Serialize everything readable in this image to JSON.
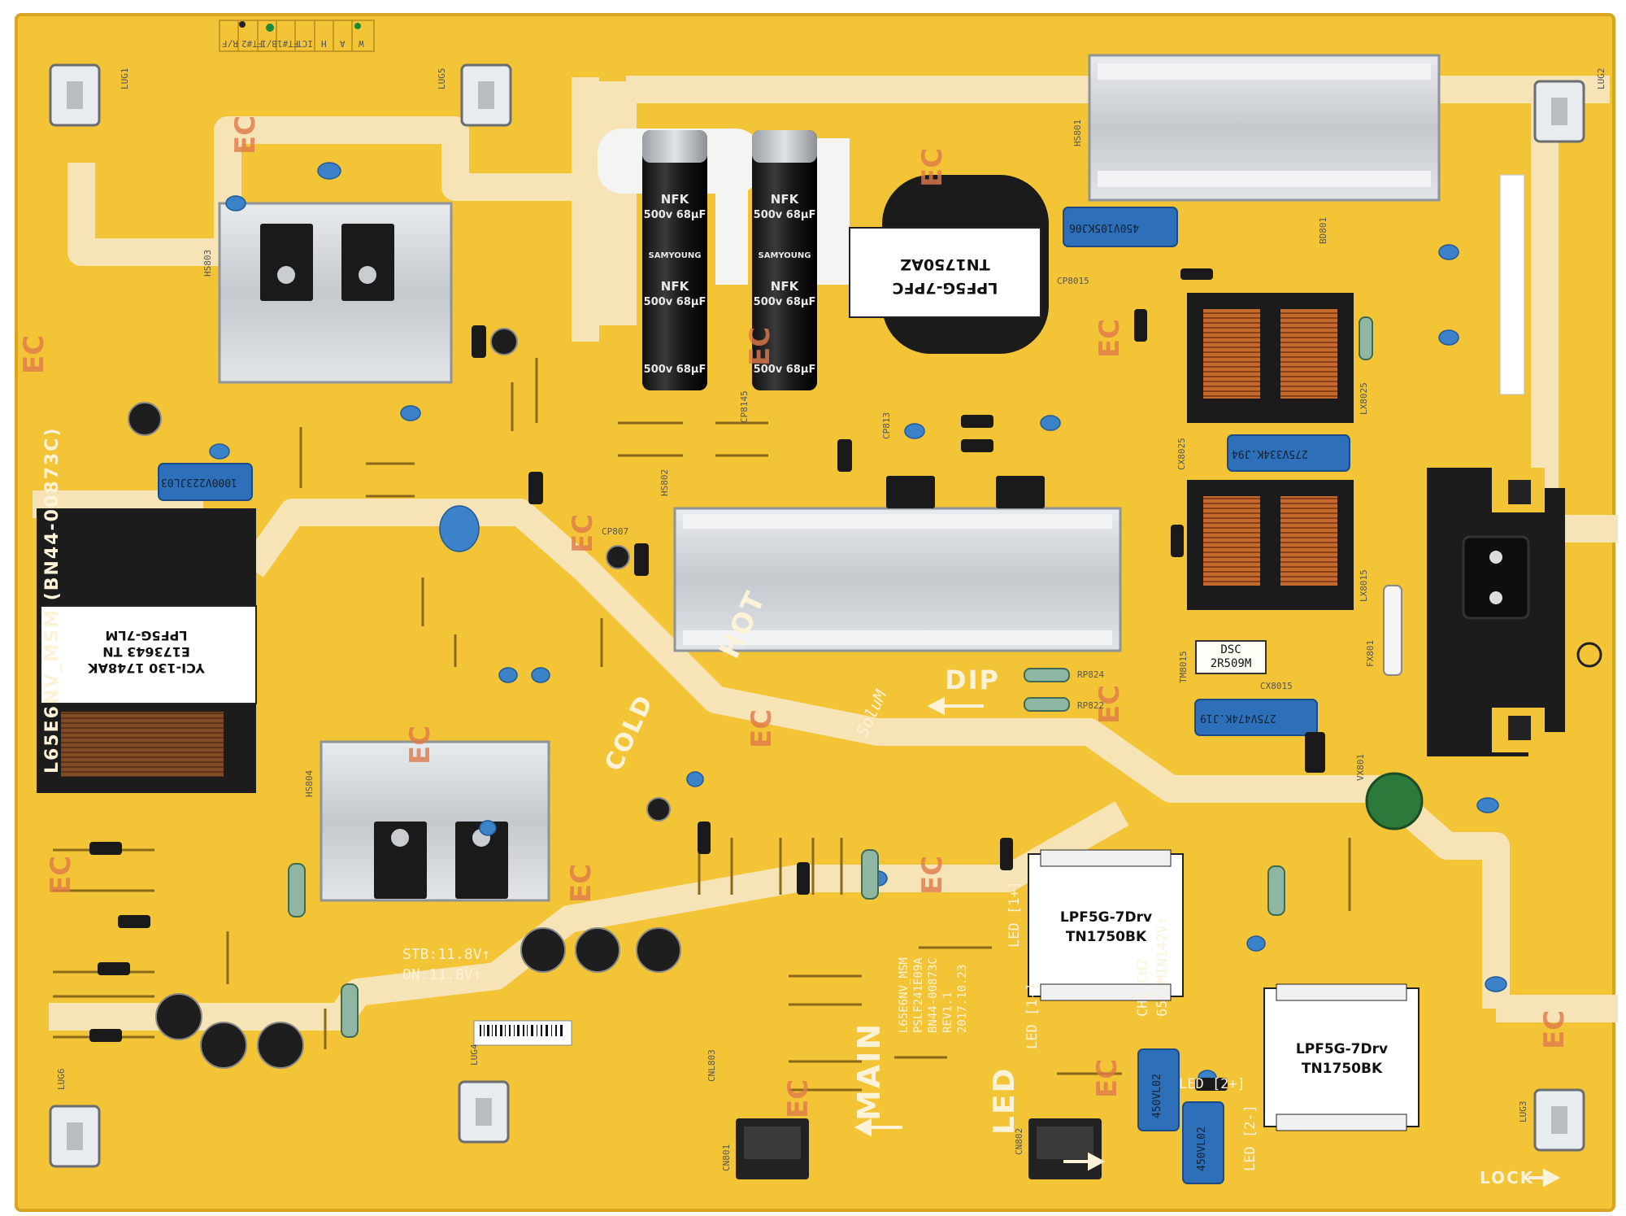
{
  "colors": {
    "pcb": "#f3c436",
    "pcb_dark": "#e6b32a",
    "silkscreen_band": "#f6e3b6",
    "heatsink": "#cfd3d6",
    "cap_black": "#1d1d1d",
    "choke_copper": "#c46a2c",
    "blue_component": "#2d6fb8",
    "ec_marking": "#e07a4a"
  },
  "board": {
    "part_number": "L65E6NV_MSM (BN44-00873C)",
    "model_block": [
      "L65E6NV_MSM",
      "PSLF241E09A",
      "BN44-00873C",
      "REV1.1",
      "2017.10.23"
    ],
    "zone_labels": {
      "hot": "HOT",
      "cold": "COLD",
      "dip": "DIP",
      "main": "MAIN",
      "led": "LED",
      "lock": "LOCK"
    },
    "stb_note": [
      "STB:11.8V↑",
      "ON:11.8V↑"
    ],
    "ch_note": [
      "CH1,CH2",
      "65\":MIN142V↑"
    ],
    "led_labels": [
      "LED [1+]",
      "LED [1-]",
      "LED [2+]",
      "LED [2-]"
    ],
    "ec_mark": "EC",
    "solum_mark": "SoluM",
    "top_strip": [
      "W",
      "A",
      "H",
      "ICT",
      "FT#1",
      "B/I",
      "FT#2",
      "R/F"
    ]
  },
  "transformers": {
    "pfc": [
      "LPF5G-7PFC",
      "TN1750AZ"
    ],
    "standby": [
      "LPF5G-7LM",
      "E173643 TN",
      "YCI-130 1748AK"
    ],
    "drv1": [
      "LPF5G-7Drv",
      "TN1750BK"
    ],
    "drv2": [
      "LPF5G-7Drv",
      "TN1750BK"
    ]
  },
  "capacitors": {
    "bulk_cap": [
      "NFK",
      "500v 68μF",
      "SAMYOUNG"
    ],
    "film_caps": [
      "450V105KJ06",
      "275V334K.J94",
      "275V474K.J19",
      "1000V223JL03",
      "450VL02",
      "450VL02"
    ],
    "dsc": [
      "DSC",
      "2R509M"
    ]
  },
  "refs": {
    "heatsinks": [
      "HS801",
      "HS802",
      "HS803",
      "HS804"
    ],
    "connectors": [
      "CN801",
      "CN802",
      "CNL803"
    ],
    "misc": [
      "LUG1",
      "LUG2",
      "LUG3",
      "LUG4",
      "LUG5",
      "LUG6",
      "BD801",
      "CP8015",
      "CP8145",
      "CP807",
      "CP813",
      "RP824",
      "RP822",
      "CX8015",
      "CX8025",
      "LX8015",
      "LX8025",
      "TM8015",
      "VX801",
      "FX801"
    ]
  }
}
